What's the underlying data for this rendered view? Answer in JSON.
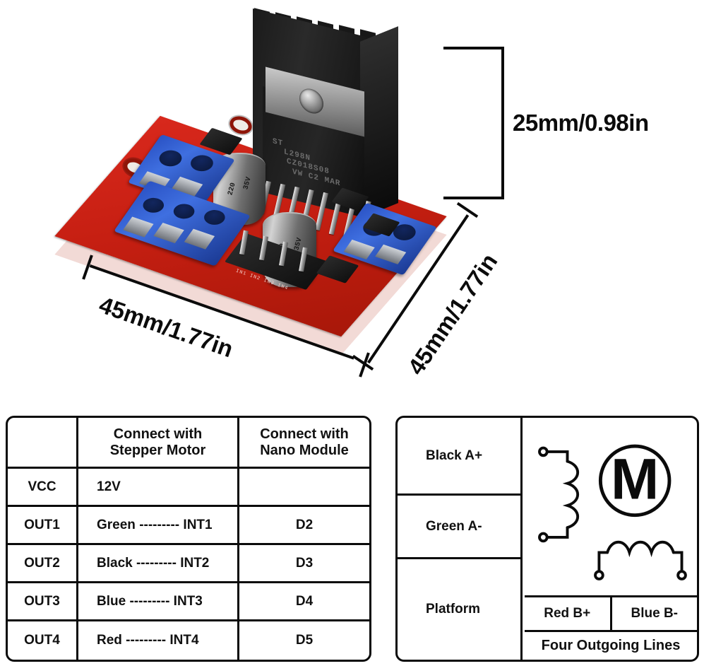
{
  "photo": {
    "dimensions": {
      "height_label": "25mm/0.98in",
      "width_label": "45mm/1.77in",
      "depth_label": "45mm/1.77in"
    },
    "board": {
      "ic_lines": [
        "L298N",
        "CZ018S08",
        "VW  C2  MAR"
      ],
      "ic_brand": "ST",
      "cap_value": "220",
      "cap_voltage": "35V"
    }
  },
  "left_table": {
    "header": {
      "col0": "",
      "col1": "Connect with\nStepper Motor",
      "col1_line1": "Connect with",
      "col1_line2": "Stepper Motor",
      "col2_line1": "Connect with",
      "col2_line2": "Nano Module"
    },
    "rows": [
      {
        "pin": "VCC",
        "stepper": "12V",
        "nano": ""
      },
      {
        "pin": "OUT1",
        "stepper": "Green --------- INT1",
        "nano": "D2"
      },
      {
        "pin": "OUT2",
        "stepper": "Black --------- INT2",
        "nano": "D3"
      },
      {
        "pin": "OUT3",
        "stepper": "Blue --------- INT3",
        "nano": "D4"
      },
      {
        "pin": "OUT4",
        "stepper": "Red --------- INT4",
        "nano": "D5"
      }
    ]
  },
  "right_table": {
    "left_cells": [
      "Black A+",
      "Green A-",
      "Platform"
    ],
    "motor_label": "M",
    "bottom_cells": [
      "Red B+",
      "Blue B-"
    ],
    "footer": "Four Outgoing Lines"
  }
}
